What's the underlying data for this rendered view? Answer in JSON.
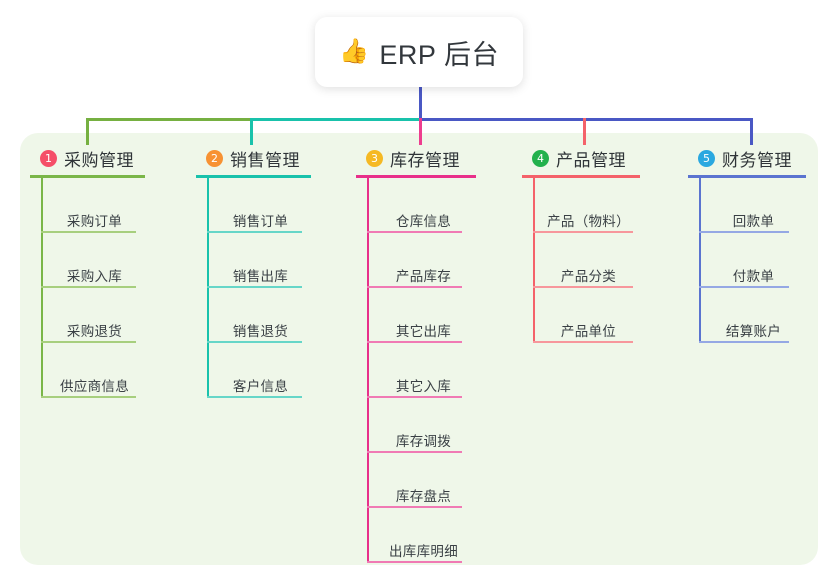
{
  "diagram": {
    "type": "mind-map",
    "background_color": "#ffffff",
    "panel_color": "#eff7e9",
    "root": {
      "emoji": "👍",
      "emoji_name": "thumbs-up-emoji",
      "label": "ERP 后台"
    },
    "trunk_color": "#4a58c4",
    "connector_segments": [
      {
        "name": "segment-branch-1",
        "color": "#76b041"
      },
      {
        "name": "segment-branch-2",
        "color": "#19c2ab"
      },
      {
        "name": "segment-branch-right",
        "color": "#4a58c4"
      }
    ],
    "branches": [
      {
        "number": "1",
        "title": "采购管理",
        "badge_color": "#f54e68",
        "line_color": "#7ab648",
        "item_line_color": "#a7cf7e",
        "drop_color": "#76b041",
        "items": [
          "采购订单",
          "采购入库",
          "采购退货",
          "供应商信息"
        ]
      },
      {
        "number": "2",
        "title": "销售管理",
        "badge_color": "#f79233",
        "line_color": "#19c2ab",
        "item_line_color": "#66d6c8",
        "drop_color": "#19c2ab",
        "items": [
          "销售订单",
          "销售出库",
          "销售退货",
          "客户信息"
        ]
      },
      {
        "number": "3",
        "title": "库存管理",
        "badge_color": "#f5b924",
        "line_color": "#e8308a",
        "item_line_color": "#f07ab4",
        "drop_color": "#ee3d8f",
        "items": [
          "仓库信息",
          "产品库存",
          "其它出库",
          "其它入库",
          "库存调拨",
          "库存盘点",
          "出库库明细"
        ]
      },
      {
        "number": "4",
        "title": "产品管理",
        "badge_color": "#22b14c",
        "line_color": "#f4626a",
        "item_line_color": "#f7979c",
        "drop_color": "#f4626a",
        "items": [
          "产品（物料）",
          "产品分类",
          "产品单位"
        ]
      },
      {
        "number": "5",
        "title": "财务管理",
        "badge_color": "#2aa8e0",
        "line_color": "#5b74d0",
        "item_line_color": "#95a8e4",
        "drop_color": "#4a58c4",
        "items": [
          "回款单",
          "付款单",
          "结算账户"
        ]
      }
    ]
  }
}
